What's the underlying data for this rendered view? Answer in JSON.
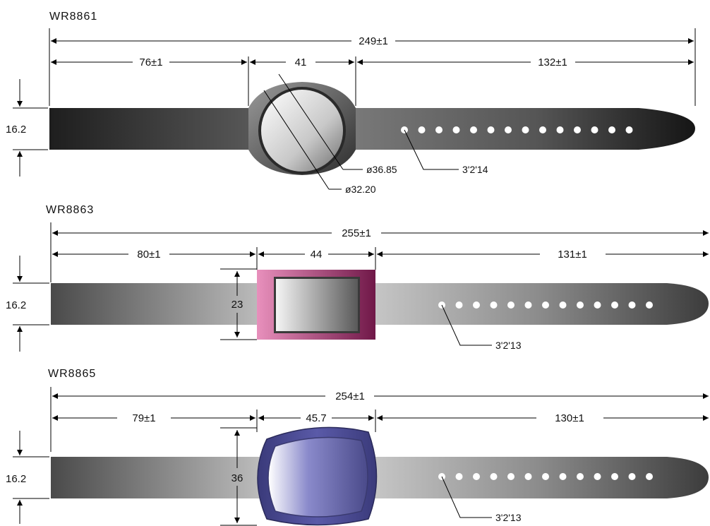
{
  "models": [
    {
      "name": "WR8861",
      "overall": "249±1",
      "left_strap": "76±1",
      "case_width": "41",
      "right_strap": "132±1",
      "strap_width": "16.2",
      "holes_count": 14,
      "holes_label": "3'2'14",
      "callouts": [
        "ø36.85",
        "ø32.20"
      ],
      "case_color": "#5a5a5a"
    },
    {
      "name": "WR8863",
      "overall": "255±1",
      "left_strap": "80±1",
      "case_width": "44",
      "right_strap": "131±1",
      "strap_width": "16.2",
      "case_height": "23",
      "holes_count": 13,
      "holes_label": "3'2'13",
      "case_color": "#c83c8c"
    },
    {
      "name": "WR8865",
      "overall": "254±1",
      "left_strap": "79±1",
      "case_width": "45.7",
      "right_strap": "130±1",
      "strap_width": "16.2",
      "case_height": "36",
      "holes_count": 13,
      "holes_label": "3'2'13",
      "case_color": "#4a4a9a"
    }
  ]
}
